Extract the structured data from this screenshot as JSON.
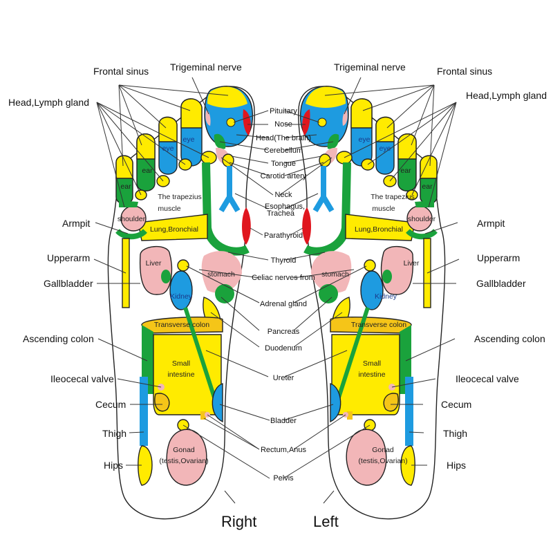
{
  "title": "Foot reflexology chart",
  "colors": {
    "yellow": "#ffeb00",
    "blue": "#1e9be0",
    "green": "#1aa23c",
    "pink": "#f2b6b8",
    "red": "#e0161e",
    "orange": "#f5c518",
    "outline": "#222222"
  },
  "feet": {
    "right_label": "Right",
    "left_label": "Left"
  },
  "outer_labels": {
    "frontal_sinus": "Frontal sinus",
    "trigeminal_nerve": "Trigeminal nerve",
    "head_lymph_gland": "Head,Lymph gland",
    "armpit": "Armpit",
    "upperarm": "Upperarm",
    "gallbladder": "Gallbladder",
    "ascending_colon": "Ascending colon",
    "ileocecal_valve": "Ileocecal valve",
    "cecum": "Cecum",
    "thigh": "Thigh",
    "hips": "Hips"
  },
  "center_labels": [
    "Pituitary",
    "Nose",
    "Head(The brain)",
    "Cerebellum",
    "Tongue",
    "Carotid artery",
    "Neck",
    "Esophagus,",
    "Trachea",
    "Parathyroid",
    "Thyroid",
    "Celiac nerves from",
    "Adrenal gland",
    "Pancreas",
    "Duodenum",
    "Ureter",
    "Bladder",
    "Rectum,Anus",
    "Pelvis"
  ],
  "inner_labels": {
    "eye": "eye",
    "ear": "ear",
    "trapezius_1": "The trapezius",
    "trapezius_2": "muscle",
    "shoulder": "shoulder",
    "lung": "Lung,Bronchial",
    "liver": "Liver",
    "stomach": "stomach",
    "kidney": "Kidney",
    "transverse_colon": "Transverse colon",
    "small_intestine_1": "Small",
    "small_intestine_2": "intestine",
    "gonad_1": "Gonad",
    "gonad_2": "(testis,Ovarian)"
  }
}
